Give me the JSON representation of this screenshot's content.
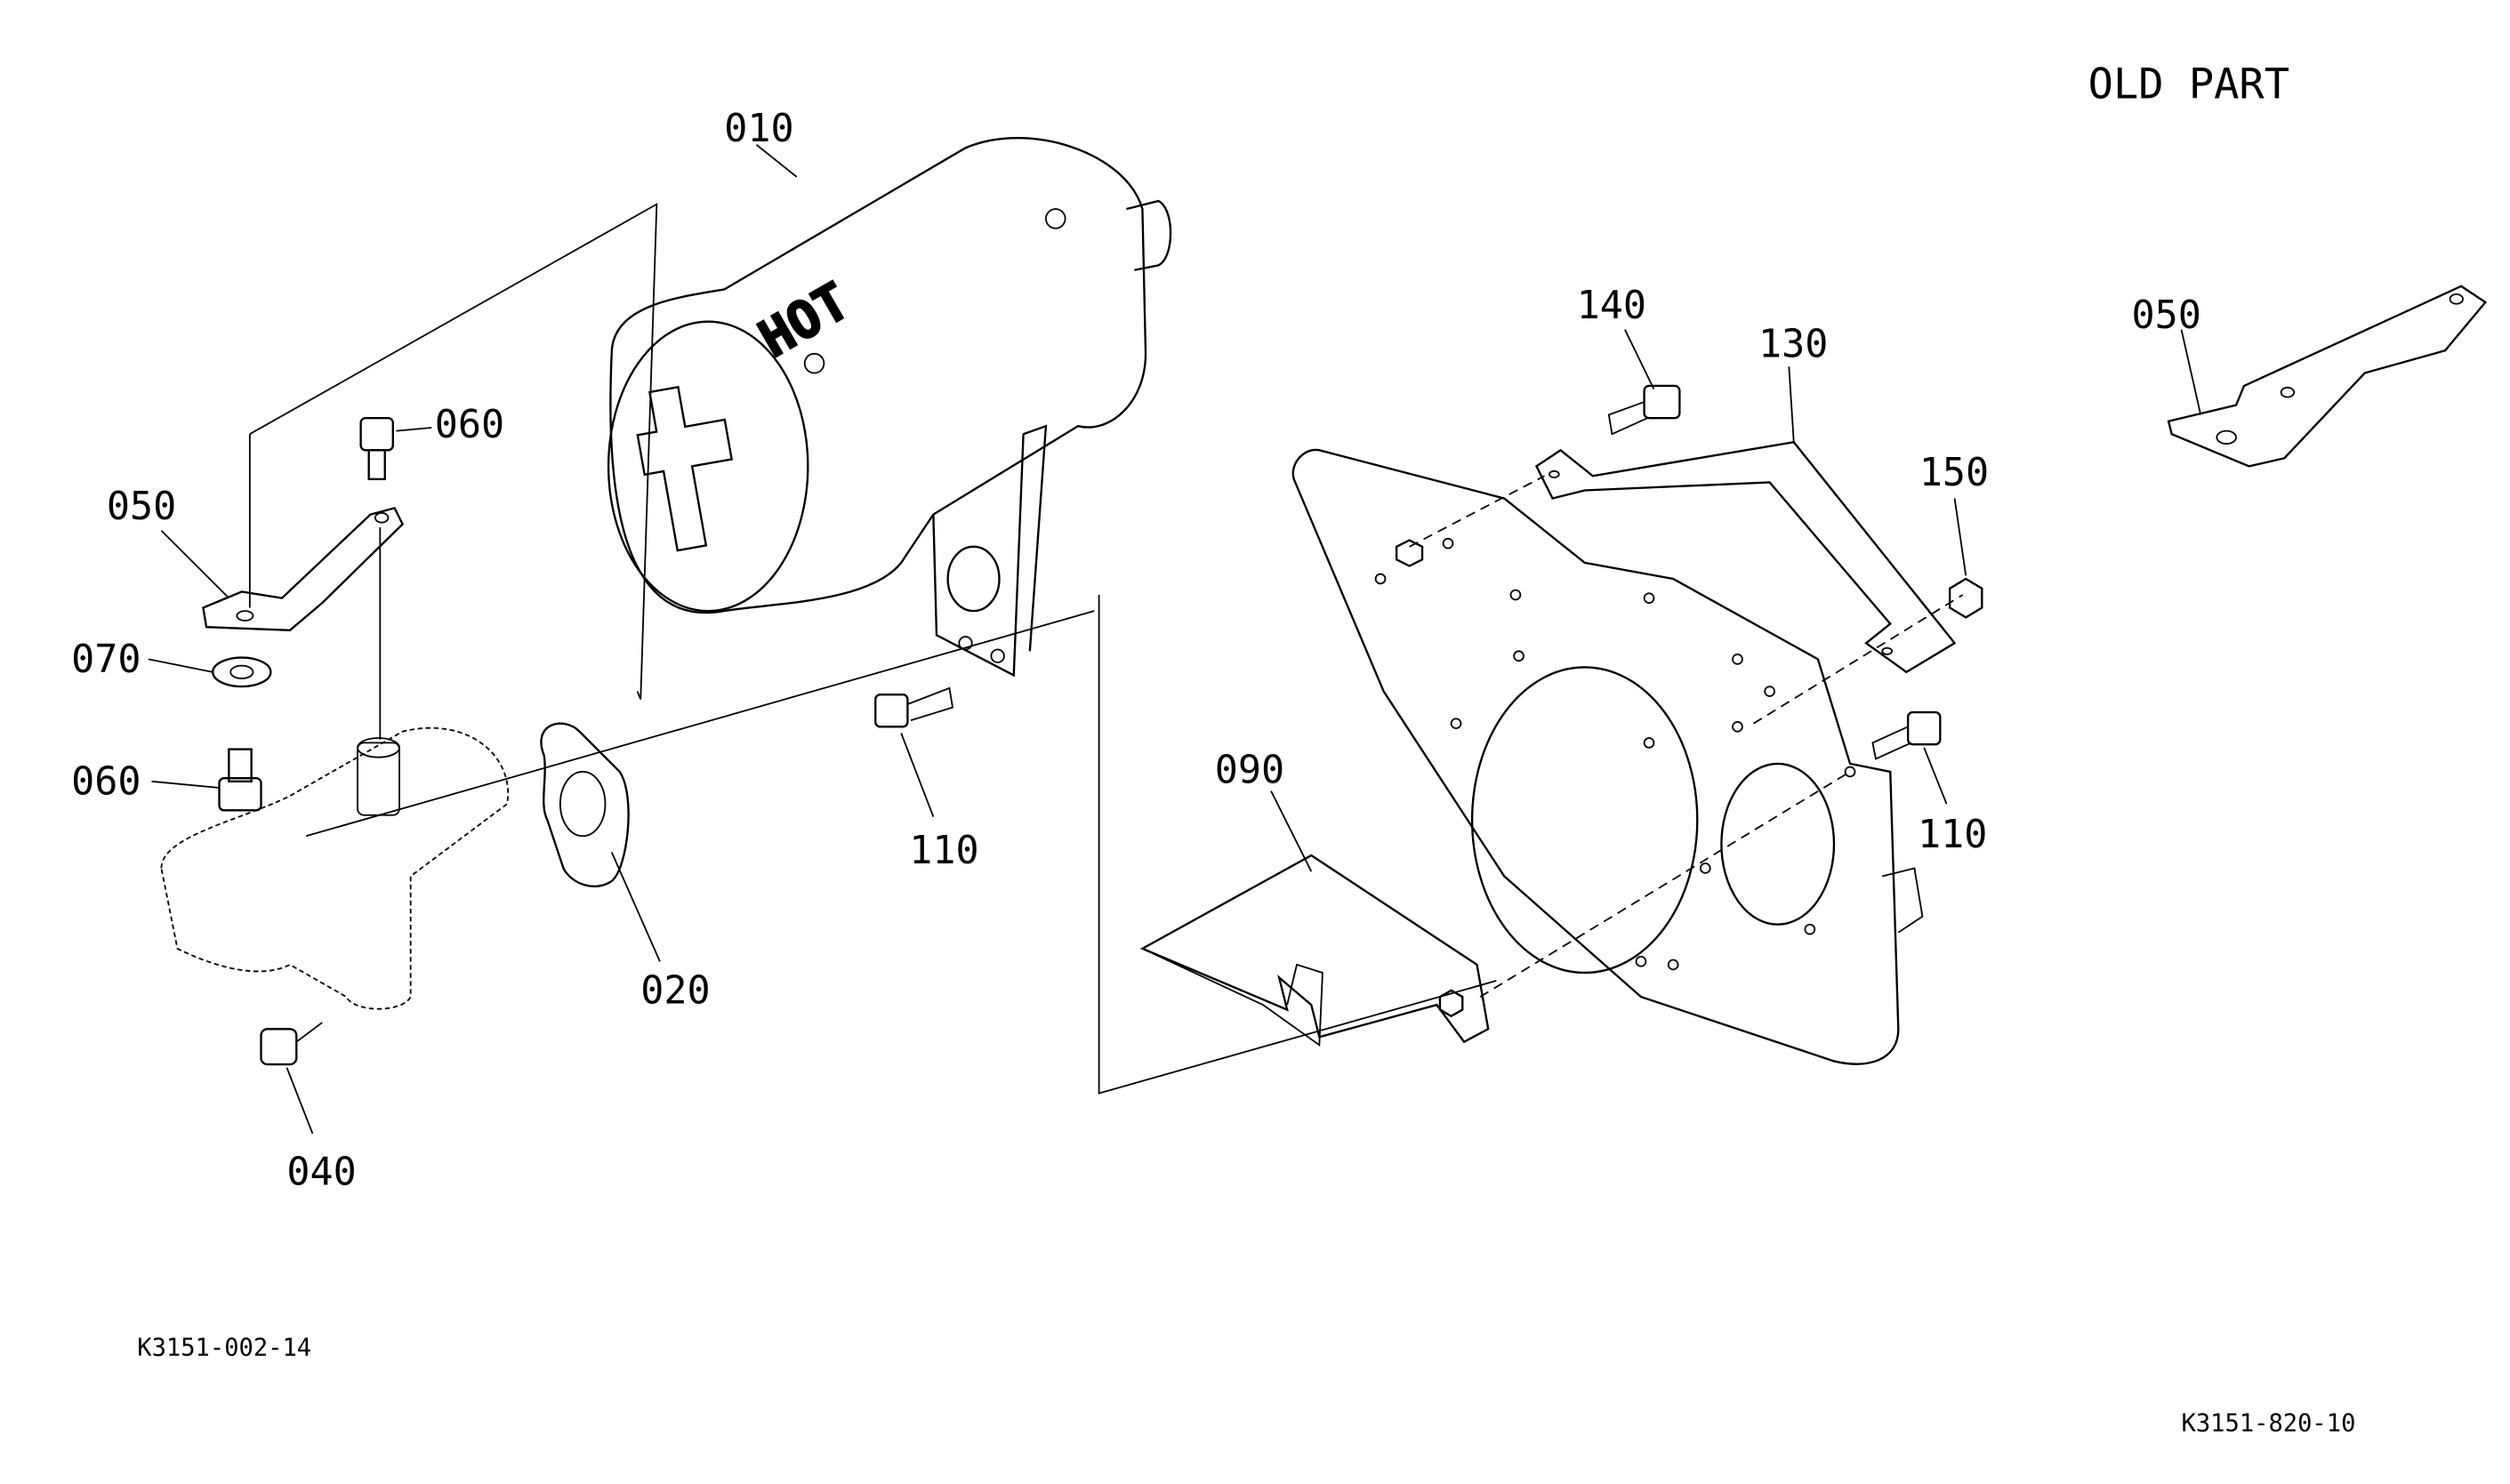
{
  "header": {
    "title": "OLD PART"
  },
  "parts": {
    "p010": "010",
    "p020": "020",
    "p040": "040",
    "p050_main": "050",
    "p050_old": "050",
    "p060_top": "060",
    "p060_bottom": "060",
    "p070": "070",
    "p090": "090",
    "p110_left": "110",
    "p110_right": "110",
    "p130": "130",
    "p140": "140",
    "p150": "150"
  },
  "muffler_marking": "HOT",
  "codes": {
    "left": "K3151-002-14",
    "right": "K3151-820-10"
  }
}
